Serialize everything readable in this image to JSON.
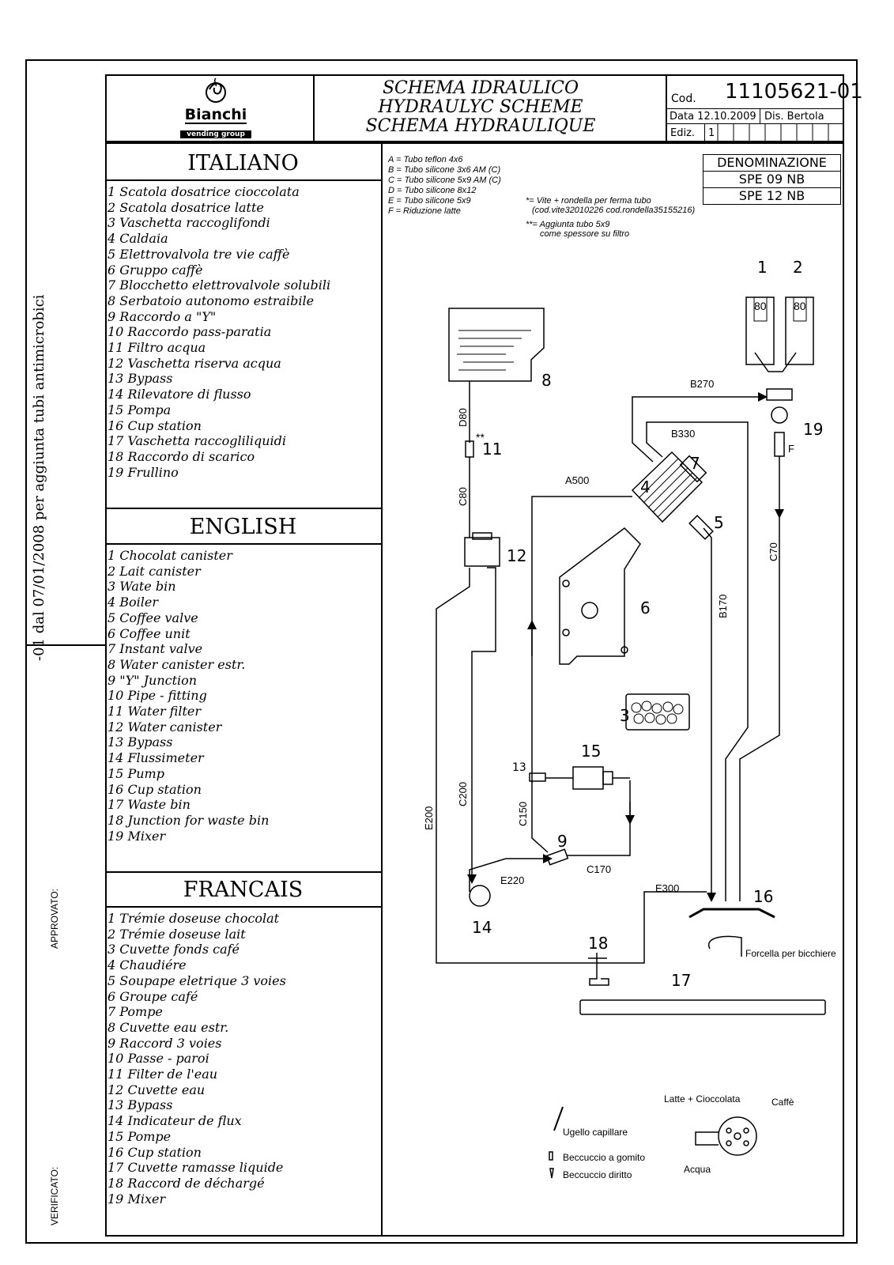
{
  "side": {
    "revision_note": "-01 dal 07/01/2008 per aggiunta tubi antimicrobici",
    "approved": "APPROVATO:",
    "verified": "VERIFICATO:"
  },
  "header": {
    "brand": "Bianchi",
    "brand_sub": "vending group",
    "titles": [
      "SCHEMA IDRAULICO",
      "HYDRAULYC SCHEME",
      "SCHEMA HYDRAULIQUE"
    ],
    "cod_label": "Cod.",
    "cod_value": "11105621-01",
    "date_label": "Data 12.10.2009",
    "dis_label": "Dis. Bertola",
    "ediz_label": "Ediz.",
    "ediz_value": "1"
  },
  "legend": {
    "italiano_title": "ITALIANO",
    "italiano": [
      "1  Scatola dosatrice cioccolata",
      "2  Scatola dosatrice latte",
      "3  Vaschetta raccoglifondi",
      "4  Caldaia",
      "5  Elettrovalvola tre vie caffè",
      "6  Gruppo caffè",
      "7  Blocchetto elettrovalvole solubili",
      "8  Serbatoio autonomo estraibile",
      "9  Raccordo a \"Y\"",
      "10 Raccordo pass-paratia",
      "11 Filtro acqua",
      "12 Vaschetta riserva acqua",
      "13 Bypass",
      "14 Rilevatore di flusso",
      "15 Pompa",
      "16 Cup station",
      "17 Vaschetta raccogliliquidi",
      "18 Raccordo di scarico",
      "19 Frullino"
    ],
    "english_title": "ENGLISH",
    "english": [
      "1  Chocolat canister",
      "2  Lait canister",
      "3  Wate bin",
      "4  Boiler",
      "5  Coffee valve",
      "6  Coffee unit",
      "7  Instant valve",
      "8  Water canister estr.",
      "9  \"Y\" Junction",
      "10 Pipe - fitting",
      "11 Water filter",
      "12 Water canister",
      "13 Bypass",
      "14 Flussimeter",
      "15 Pump",
      "16 Cup station",
      "17 Waste bin",
      "18 Junction for waste bin",
      "19 Mixer"
    ],
    "francais_title": "FRANCAIS",
    "francais": [
      "1  Trémie doseuse chocolat",
      "2  Trémie doseuse lait",
      "3  Cuvette fonds café",
      "4  Chaudiére",
      "5  Soupape eletrique 3 voies",
      "6  Groupe café",
      "7  Pompe",
      "8  Cuvette eau estr.",
      "9  Raccord 3 voies",
      "10 Passe - paroi",
      "11 Filter de l'eau",
      "12 Cuvette eau",
      "13 Bypass",
      "14 Indicateur de flux",
      "15 Pompe",
      "16 Cup station",
      "17 Cuvette ramasse liquide",
      "18 Raccord de déchargé",
      "19 Mixer"
    ]
  },
  "tubes": [
    "A = Tubo teflon 4x6",
    "B = Tubo silicone 3x6 AM (C)",
    "C = Tubo silicone 5x9 AM (C)",
    "D = Tubo silicone 8x12",
    "E = Tubo silicone 5x9",
    "F = Riduzione latte"
  ],
  "notes": [
    "*= Vite + rondella per ferma tubo",
    "(cod.vite32010226 cod.rondella35155216)",
    "**= Aggiunta tubo 5x9",
    "come spessore su filtro"
  ],
  "denominazione": {
    "title": "DENOMINAZIONE",
    "models": [
      "SPE 09 NB",
      "SPE 12 NB"
    ]
  },
  "diagram": {
    "component_numbers": [
      "1",
      "2",
      "3",
      "4",
      "5",
      "6",
      "7",
      "8",
      "9",
      "11",
      "12",
      "13",
      "14",
      "15",
      "16",
      "17",
      "18",
      "19"
    ],
    "pipes": [
      "B270",
      "B330",
      "A500",
      "D80",
      "C80",
      "C70",
      "B170",
      "C200",
      "E200",
      "C150",
      "C170",
      "E220",
      "E300",
      "F"
    ],
    "canister_scale": "80",
    "filter_mark": "**",
    "cup_fork": "Forcella per bicchiere",
    "nozzle_legend": {
      "capillary": "Ugello capillare",
      "elbow": "Beccuccio a gomito",
      "straight": "Beccuccio diritto",
      "milk_choc": "Latte + Cioccolata",
      "coffee": "Caffè",
      "water": "Acqua"
    }
  }
}
